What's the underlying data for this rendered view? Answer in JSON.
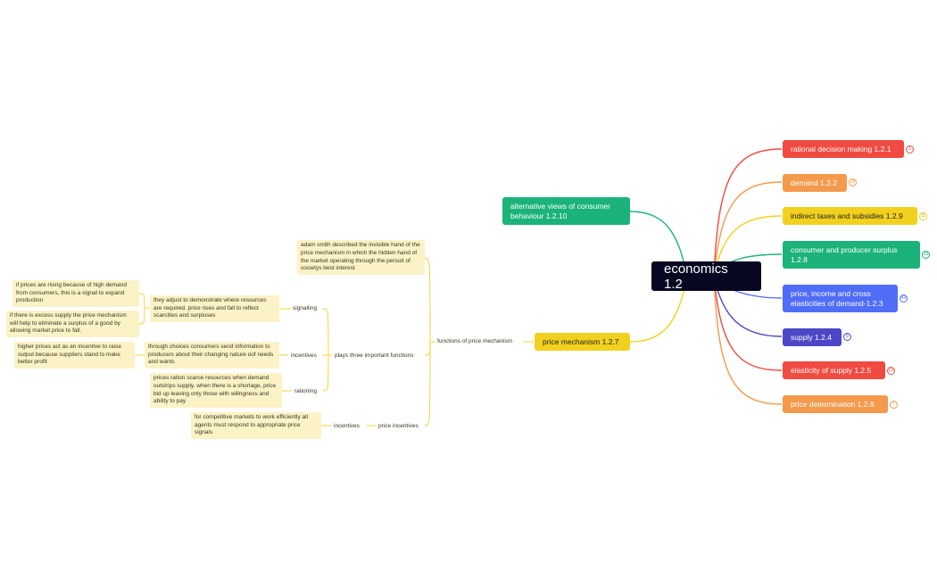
{
  "central": "economics 1.2",
  "branches": [
    {
      "key": "rational",
      "label": "rational decision making 1.2.1",
      "color": "#f14a41",
      "badge": "5"
    },
    {
      "key": "demand",
      "label": "demand 1.2.2",
      "color": "#f39a4c",
      "badge": "18"
    },
    {
      "key": "indirect",
      "label": "indirect taxes and subsidies 1.2.9",
      "color": "#f2d11e",
      "badge": "11"
    },
    {
      "key": "surplus",
      "label": "consumer and producer surplus 1.2.8",
      "color": "#1bb37a",
      "badge": "16"
    },
    {
      "key": "elasticities",
      "label": "price, income and cross elasticities of demand-1.2.3",
      "color": "#4f6df7",
      "badge": "43"
    },
    {
      "key": "supply",
      "label": "supply 1.2.4",
      "color": "#4b47c6",
      "badge": "9"
    },
    {
      "key": "elasticity_supply",
      "label": "elasticity of supply 1.2.5",
      "color": "#f14a41",
      "badge": "23"
    },
    {
      "key": "price_determination",
      "label": "price determination 1.2.6",
      "color": "#f39a4c",
      "badge": "7"
    },
    {
      "key": "alternative",
      "label": "alternative views of consumer behaviour 1.2.10",
      "color": "#1bb37a"
    },
    {
      "key": "price_mechanism",
      "label": "price mechanism 1.2.7",
      "color": "#f2d11e"
    }
  ],
  "price_mechanism": {
    "functions": "functions of price mechanism",
    "adam_smith": "adam smith described the invisible hand  of the price mechanism in which the hidden hand of the market operating through the persuit of societys best interest",
    "three_functions": "plays three important functions",
    "signalling": "signalling",
    "signalling_desc": "they adjust to demonstrate where resources are required. price rises and fall to reflect scarcities and surpluses",
    "signal_rising": "if prices are rising because of high demand from consumers, this is a signal to expand production",
    "signal_excess": "if there is excess supply the price mechanism will help to eliminate a surplus of a good by allowing market price to fall.",
    "incentives": "incentives",
    "incentives_desc": "through choices consumers send information to producers about their changing nature oof needs and wants",
    "incentives_higher": "higher prices act as an incentive to raise output  because suppliers stand to make better profit",
    "rationing": "rationing",
    "rationing_desc": "prices ration scarce resources when demand outstrips supply. when there is a shortage, price bid up leaving only those with willngness and ability to pay",
    "price_incentives": "price incentives",
    "incentives2": "incentives",
    "competitive": "for competitive markets to work efficiently all agents must respond to appropriate price signals"
  }
}
